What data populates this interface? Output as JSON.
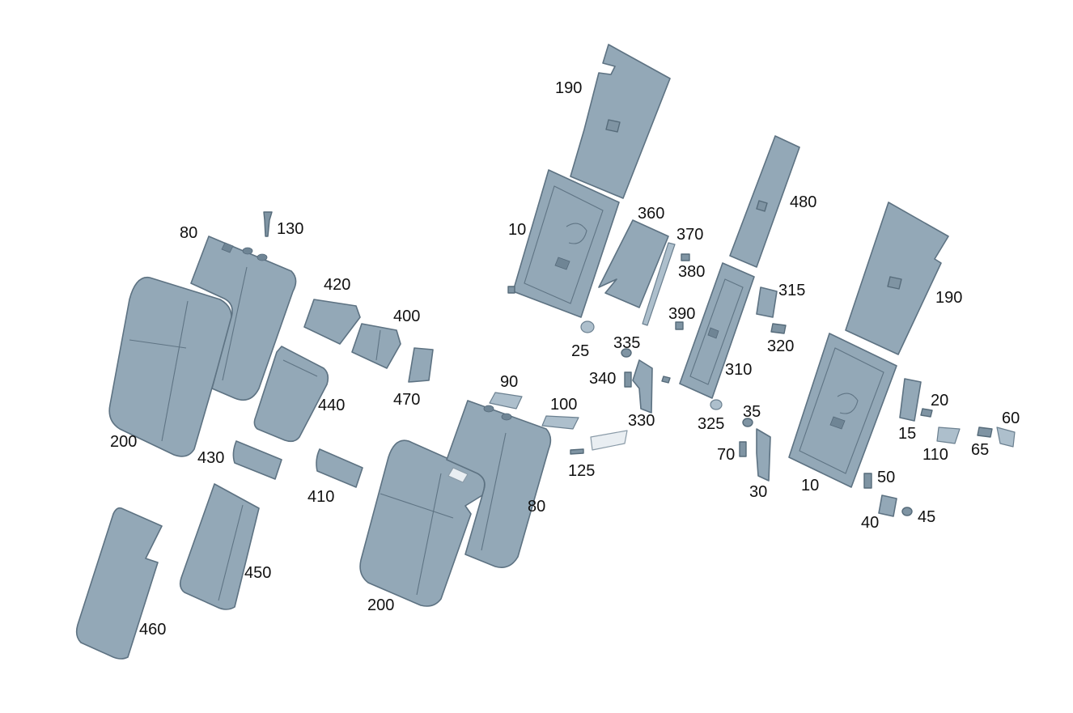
{
  "part_labels": {
    "seat_back_frame_left": "10",
    "seat_back_frame_right": "10",
    "panel_15": "15",
    "bolt_20": "20",
    "nut_25": "25",
    "bracket_30": "30",
    "nut_35": "35",
    "hinge_40": "40",
    "nut_45": "45",
    "bolt_50": "50",
    "bracket_60": "60",
    "bolt_65": "65",
    "bolt_70": "70",
    "bolster_upper": "80",
    "bolster_lower": "80",
    "trim_90": "90",
    "trim_100": "100",
    "bracket_110": "110",
    "clip_125": "125",
    "pin_130": "130",
    "pad_upper_left": "190",
    "pad_right": "190",
    "cushion_upper": "200",
    "cushion_lower": "200",
    "frame_310": "310",
    "latch_315": "315",
    "bolt_320": "320",
    "nut_325": "325",
    "bracket_330": "330",
    "nut_335": "335",
    "bolt_340": "340",
    "panel_360": "360",
    "strip_370": "370",
    "bolt_380": "380",
    "bolt_390": "390",
    "cover_400": "400",
    "cover_410": "410",
    "cover_420": "420",
    "cover_430": "430",
    "armrest_440": "440",
    "cover_450": "450",
    "cover_460": "460",
    "bracket_470": "470",
    "pad_480": "480"
  },
  "colors": {
    "part_fill": "#93a8b7",
    "part_stroke": "#5d7282",
    "label_text": "#111111",
    "background": "#ffffff"
  }
}
